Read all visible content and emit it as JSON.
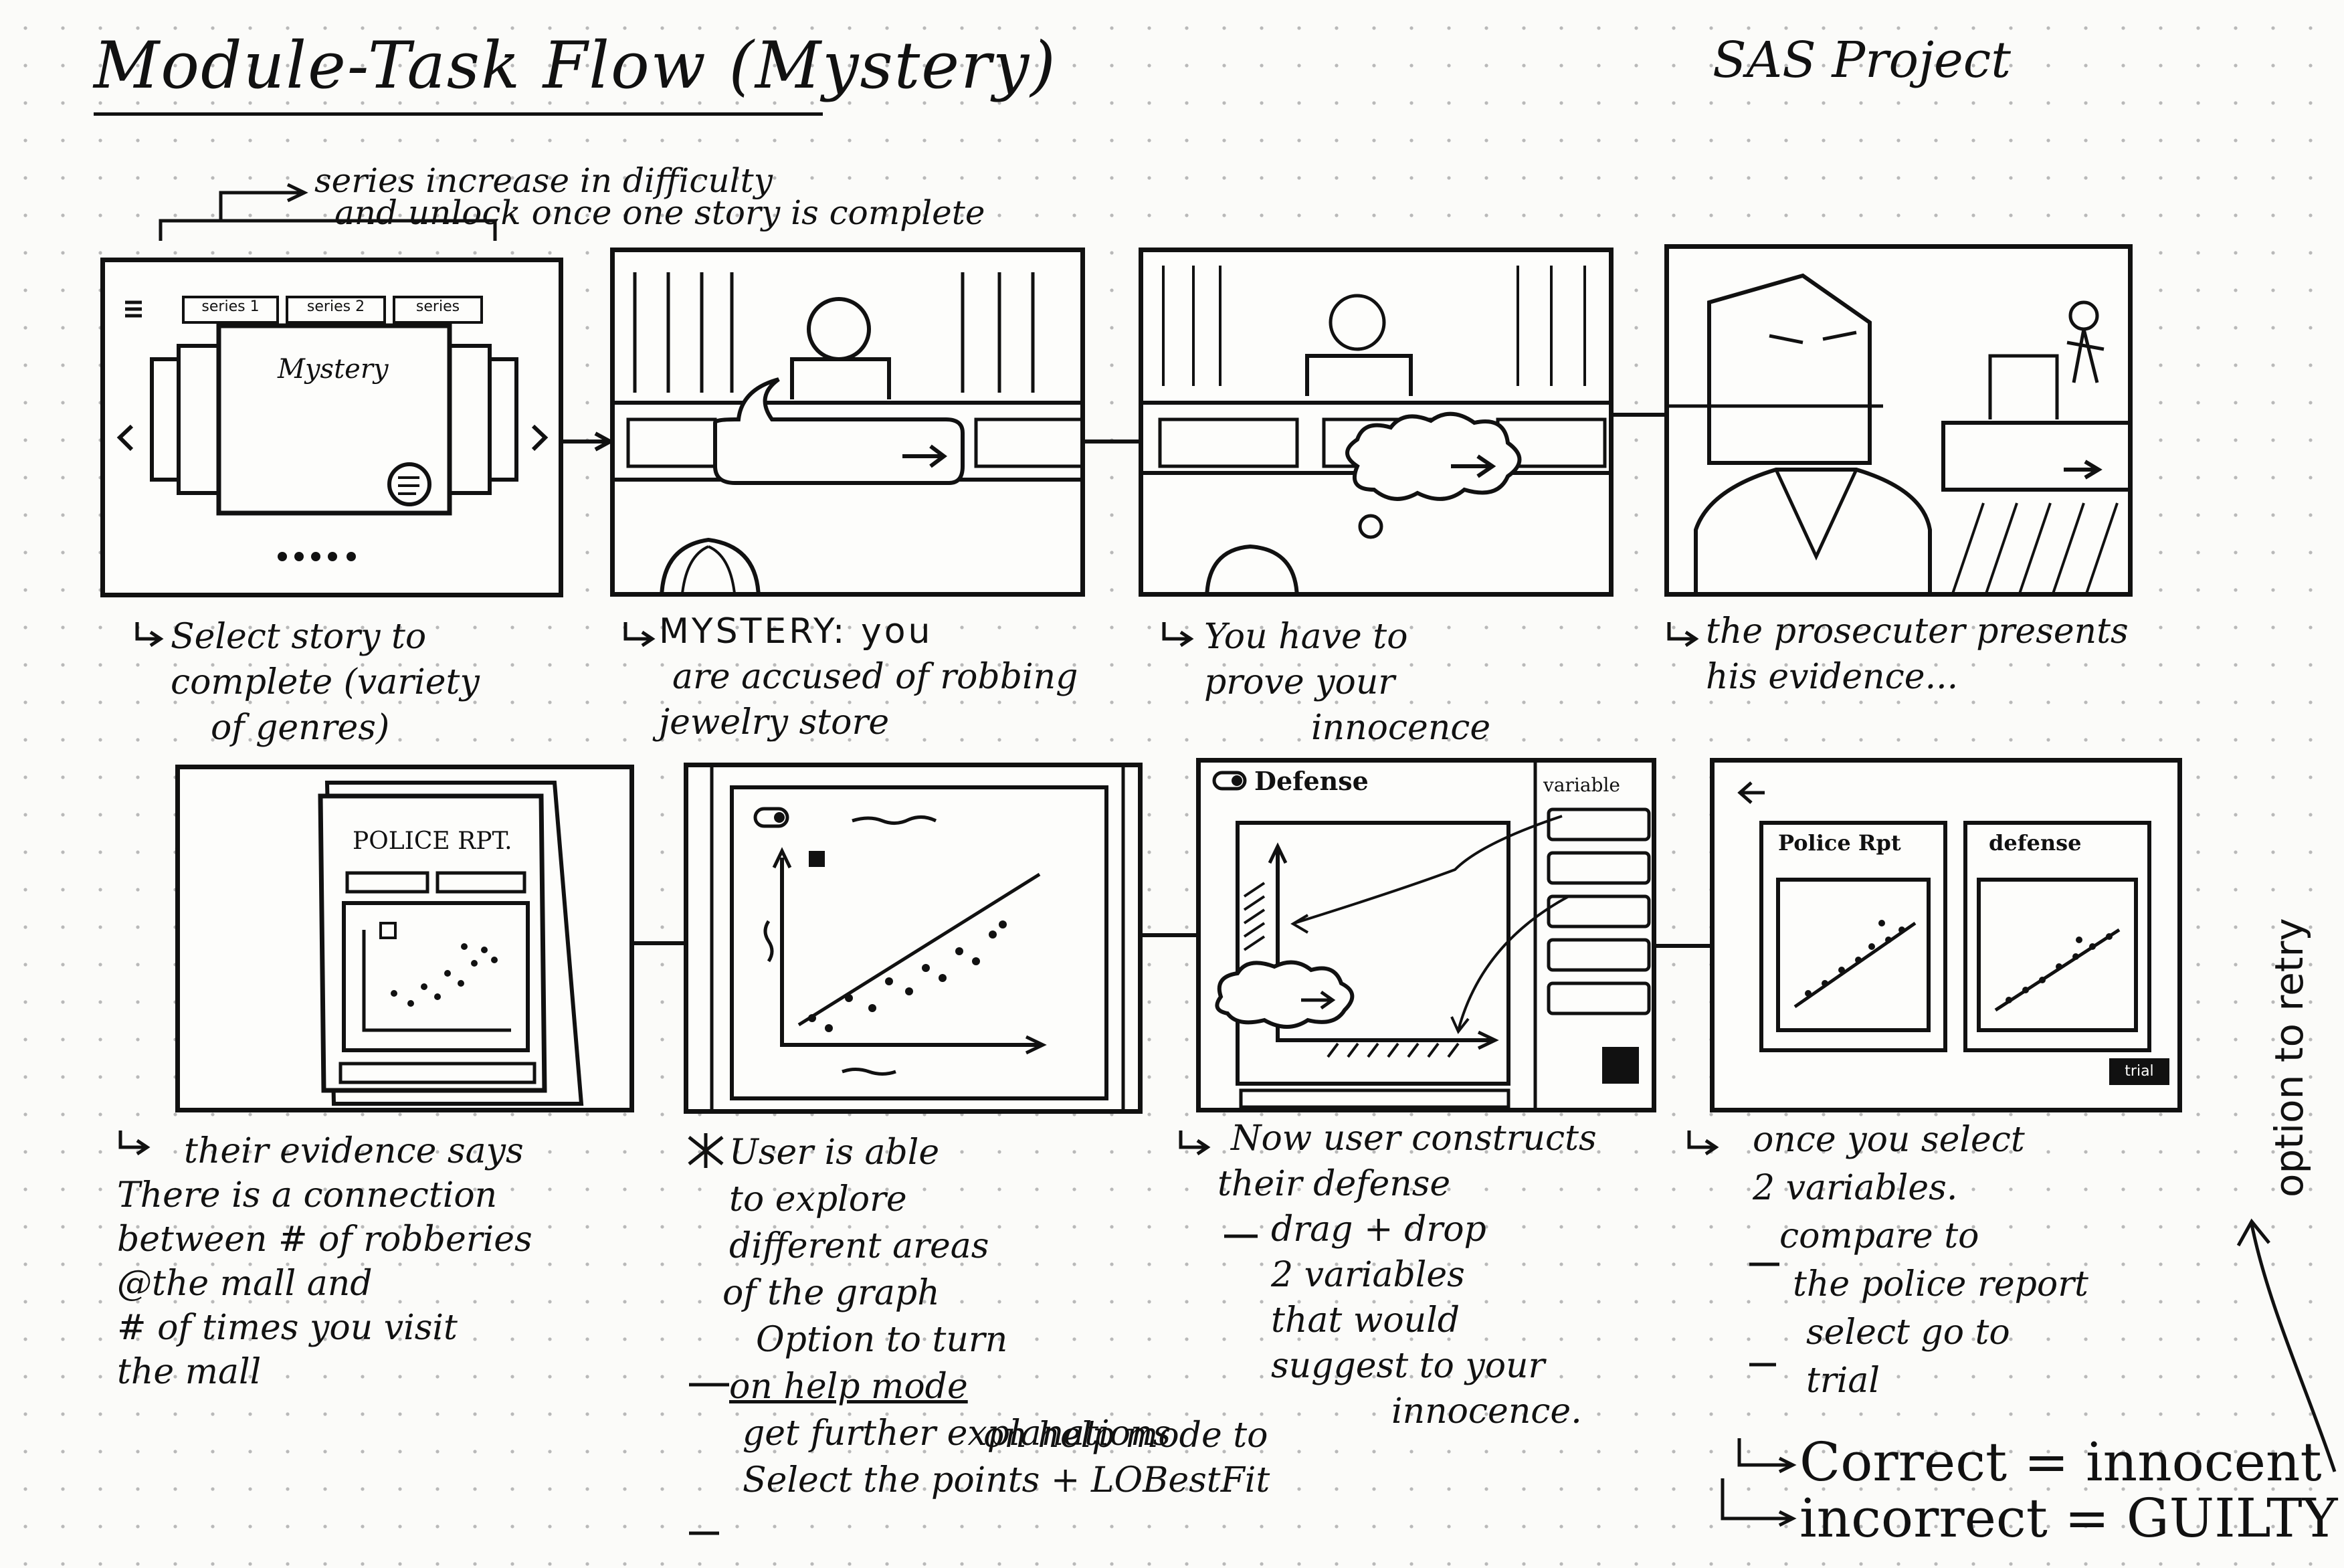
{
  "header": {
    "title": "Module-Task Flow (Mystery)",
    "project": "SAS Project",
    "series_note": [
      "series increase in difficulty",
      "and unlock once one story is complete"
    ]
  },
  "panels": {
    "p1": {
      "tabs": [
        "series 1",
        "series 2",
        "series"
      ],
      "card_title": "Mystery",
      "caption": [
        "Select story to",
        "complete (variety",
        "of genres)"
      ]
    },
    "p2": {
      "caption": [
        "MYSTERY: you",
        "are accused of robbing",
        "jewelry store"
      ]
    },
    "p3": {
      "caption": [
        "You have to",
        "prove your",
        "innocence"
      ]
    },
    "p4": {
      "caption": [
        "the prosecuter presents",
        "his evidence..."
      ]
    },
    "p5": {
      "report_label": "POLICE RPT.",
      "caption": [
        "their evidence says",
        "There is a connection",
        "between # of robberies",
        "@the mall and",
        "# of times you visit",
        "the mall"
      ]
    },
    "p6": {
      "notes": [
        "User is able",
        "to explore",
        "different areas",
        "of the graph",
        "Option to turn",
        "on help mode to",
        "get further explanations",
        "Select the points + LOBestFit"
      ],
      "help_mode_text": "on help mode"
    },
    "p7": {
      "header_label": "Defense",
      "sidebar_label": "variable",
      "notes": [
        "Now user constructs",
        "their defense",
        "drag + drop",
        "2 variables",
        "that would",
        "suggest to your",
        "innocence."
      ]
    },
    "p8": {
      "left_label": "Police Rpt",
      "right_label": "defense",
      "button_label": "trial",
      "notes": [
        "once you select",
        "2 variables.",
        "compare to",
        "the police report",
        "select go to",
        "trial"
      ]
    }
  },
  "outcomes": {
    "correct": "Correct = innocent",
    "incorrect": "incorrect = GUILTY"
  },
  "retry_label": "option to retry"
}
